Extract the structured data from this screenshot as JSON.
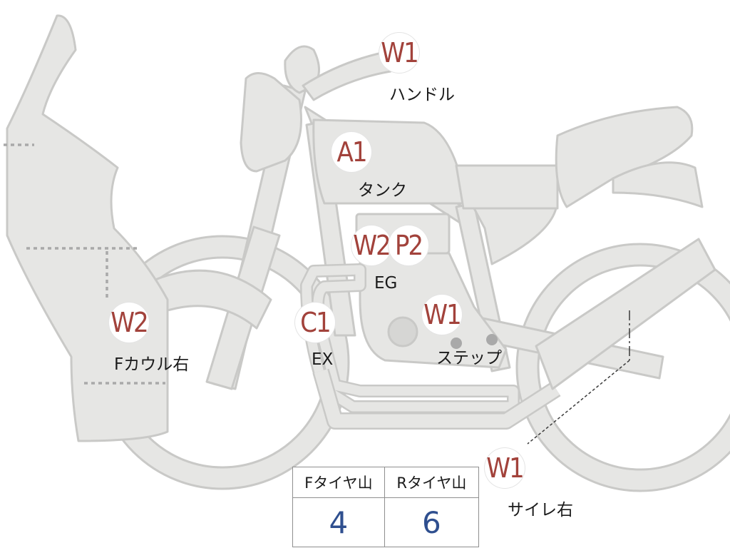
{
  "colors": {
    "part_fill": "#e6e6e4",
    "part_stroke": "#c9c9c7",
    "marker_text": "#a2423b",
    "value_text": "#2f4f8f",
    "dotted_line": "#a9a9a9"
  },
  "markers": [
    {
      "code": "W1",
      "label": "ハンドル"
    },
    {
      "code": "A1",
      "label": "タンク"
    },
    {
      "code": "W2",
      "label": ""
    },
    {
      "code": "P2",
      "label": "EG"
    },
    {
      "code": "C1",
      "label": "EX"
    },
    {
      "code": "W1",
      "label": "ステップ"
    },
    {
      "code": "W2",
      "label": "Fカウル右"
    },
    {
      "code": "W1",
      "label": "サイレ右"
    }
  ],
  "tire_table": {
    "headers": [
      "Fタイヤ山",
      "Rタイヤ山"
    ],
    "values": [
      "4",
      "6"
    ]
  }
}
